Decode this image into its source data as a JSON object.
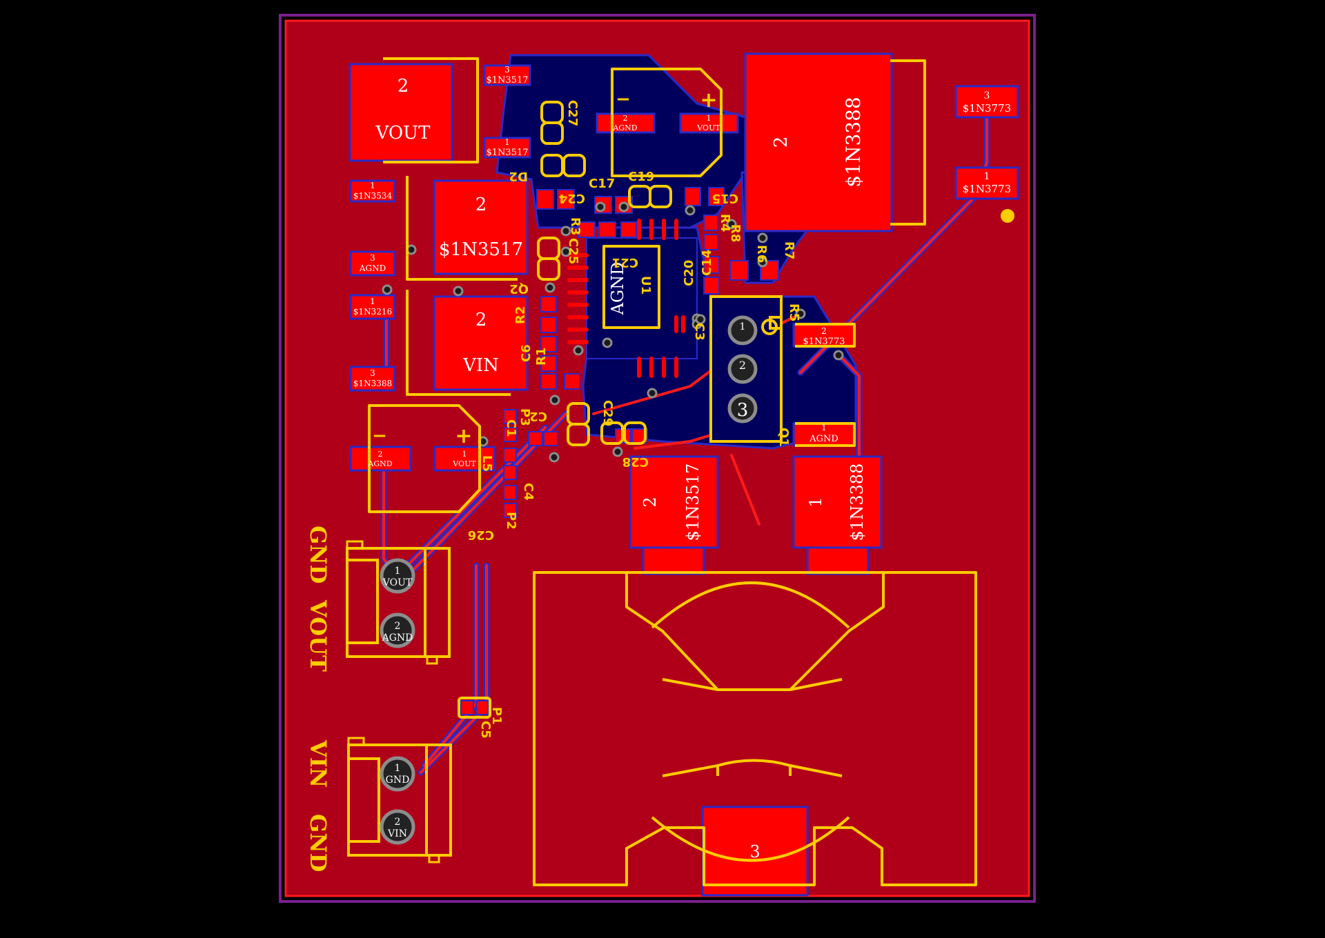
{
  "board": {
    "colors": {
      "background": "#000000",
      "outline": "#7a1f8c",
      "top_copper": "#ff0000",
      "copper_pour": "#b00019",
      "bottom_copper": "#00005c",
      "silk": "#ffcc00",
      "via": "#8c8c8c",
      "pad_text": "#ffffff",
      "trace_outline": "#2a2ac8"
    }
  },
  "pads": {
    "vout_big_num": "2",
    "vout_big_name": "VOUT",
    "top_small_a_num": "3",
    "top_small_a_name": "$1N3517",
    "top_small_b_num": "1",
    "top_small_b_name": "$1N3517",
    "agnd_top_num": "2",
    "agnd_top_name": "AGND",
    "vout_top_num": "1",
    "vout_top_name": "VOUT",
    "big_top_right_num": "2",
    "big_top_right_name": "$1N3388",
    "tr_a_num": "3",
    "tr_a_name": "$1N3773",
    "tr_b_num": "1",
    "tr_b_name": "$1N3773",
    "left_a_num": "1",
    "left_a_name": "$1N3534",
    "left_b_num": "3",
    "left_b_name": "AGND",
    "left_c_num": "1",
    "left_c_name": "$1N3216",
    "left_d_num": "3",
    "left_d_name": "$1N3388",
    "mid_big_a_num": "2",
    "mid_big_a_name": "$1N3517",
    "mid_big_b_num": "2",
    "mid_big_b_name": "VIN",
    "ic_center_name": "AGND",
    "cap_agnd_num": "2",
    "cap_agnd_name": "AGND",
    "cap_vout_num": "1",
    "cap_vout_name": "VOUT",
    "right_a_num": "2",
    "right_a_name": "$1N3773",
    "right_b_num": "1",
    "right_b_name": "AGND",
    "ind_a_num": "2",
    "ind_a_name": "$1N3517",
    "ind_b_num": "1",
    "ind_b_name": "$1N3388",
    "ind_c_num": "3",
    "pot_1": "1",
    "pot_2": "2",
    "pot_3": "3",
    "conn_out_1_num": "1",
    "conn_out_1_name": "VOUT",
    "conn_out_2_num": "2",
    "conn_out_2_name": "AGND",
    "conn_in_1_num": "1",
    "conn_in_1_name": "GND",
    "conn_in_2_num": "2",
    "conn_in_2_name": "VIN"
  },
  "silkscreen": {
    "plus": "+",
    "minus": "−",
    "gnd_out": "GND",
    "vout": "VOUT",
    "vin": "VIN",
    "gnd_in": "GND",
    "l1": "L1",
    "refs": {
      "C27": "C27",
      "D2": "D2",
      "C24": "C24",
      "C17": "C17",
      "C19": "C19",
      "C15": "C15",
      "R3": "R3",
      "C21": "C21",
      "C25": "C25",
      "R4": "R4",
      "R8": "R8",
      "R6": "R6",
      "R7": "R7",
      "C20": "C20",
      "C14": "C14",
      "Q2": "Q2",
      "R2": "R2",
      "U1": "U1",
      "C3": "C3",
      "R5": "R5",
      "C6": "C6",
      "R1": "R1",
      "C2": "C2",
      "C29": "C29",
      "C28": "C28",
      "C1": "C1",
      "P3": "P3",
      "L5": "L5",
      "C4": "C4",
      "P2": "P2",
      "C26": "C26",
      "P1": "P1",
      "C5": "C5",
      "Q1": "Q1"
    }
  }
}
